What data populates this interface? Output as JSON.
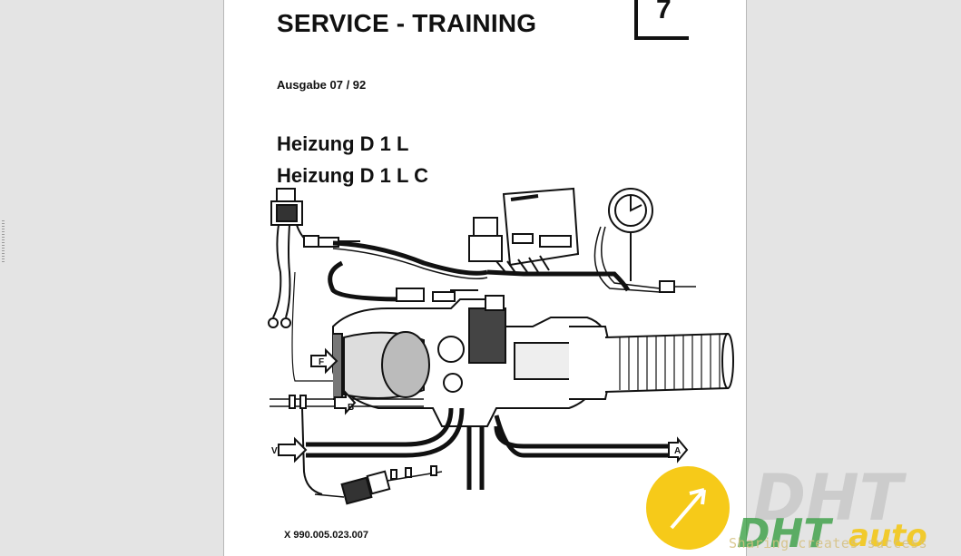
{
  "document": {
    "title": "SERVICE - TRAINING",
    "chapter": "7",
    "edition": "Ausgabe  07 / 92",
    "models": [
      "Heizung D 1 L",
      "Heizung D 1 L  C"
    ],
    "part_number": "X 990.005.023.007"
  },
  "diagram": {
    "labels": {
      "fresh_air": "F",
      "fuel": "B",
      "combustion_air": "V",
      "exhaust": "A"
    }
  },
  "watermark": {
    "brand_top": "DHT",
    "brand_bottom_left": "DHT",
    "brand_bottom_right": "auto",
    "tagline": "Sharing creates success",
    "colors": {
      "gold": "#f5c400",
      "green": "#2e9a3a",
      "silver": "#c8c8c8"
    }
  }
}
